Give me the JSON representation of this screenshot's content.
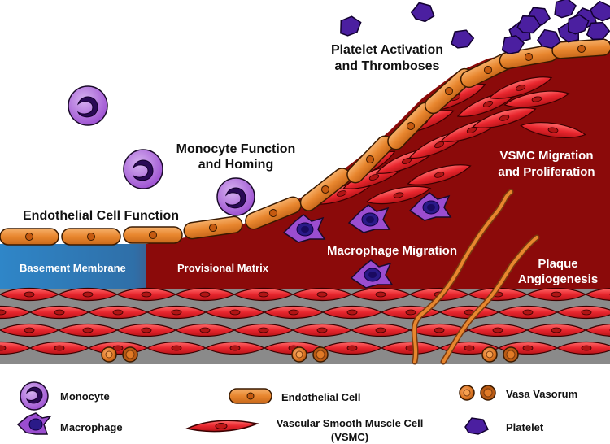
{
  "labels": {
    "endothelial_function": "Endothelial Cell Function",
    "monocyte_line1": "Monocyte Function",
    "monocyte_line2": "and Homing",
    "platelet_line1": "Platelet Activation",
    "platelet_line2": "and Thromboses",
    "vsmc_line1": "VSMC Migration",
    "vsmc_line2": "and Proliferation",
    "macrophage_migration": "Macrophage Migration",
    "angio_line1": "Plaque",
    "angio_line2": "Angiogenesis",
    "basement_membrane": "Basement Membrane",
    "provisional_matrix": "Provisional Matrix"
  },
  "legend": {
    "monocyte": "Monocyte",
    "macrophage": "Macrophage",
    "endothelial_cell": "Endothelial Cell",
    "vsmc_line1": "Vascular Smooth Muscle Cell",
    "vsmc_line2": "(VSMC)",
    "vasa_vasorum": "Vasa Vasorum",
    "platelet": "Platelet"
  },
  "colors": {
    "plaque": "#8b0a0a",
    "endothelial": "#e8862e",
    "vsmc": "#e8262e",
    "monocyte": "#9b4dd0",
    "platelet": "#4b1fa0",
    "basement": "#2e7bbf",
    "media_grey": "#8a8a8a"
  }
}
